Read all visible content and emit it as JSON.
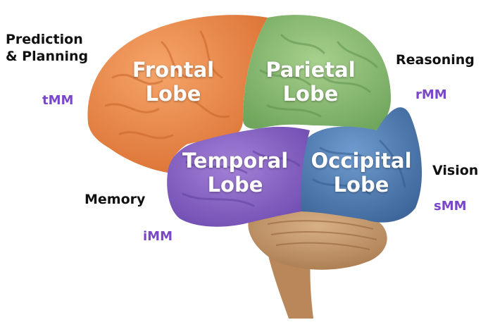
{
  "lobes": {
    "frontal": {
      "line1": "Frontal",
      "line2": "Lobe",
      "color": "#ee8a48"
    },
    "parietal": {
      "line1": "Parietal",
      "line2": "Lobe",
      "color": "#8fbe76"
    },
    "temporal": {
      "line1": "Temporal",
      "line2": "Lobe",
      "color": "#8e69c9"
    },
    "occipital": {
      "line1": "Occipital",
      "line2": "Lobe",
      "color": "#4f7db5"
    },
    "cerebellum": {
      "color": "#c79a6c"
    }
  },
  "functions": {
    "prediction_planning": {
      "line1": "Prediction",
      "line2": "& Planning",
      "tag": "tMM"
    },
    "reasoning": {
      "line1": "Reasoning",
      "tag": "rMM"
    },
    "vision": {
      "line1": "Vision",
      "tag": "sMM"
    },
    "memory": {
      "line1": "Memory",
      "tag": "iMM"
    }
  },
  "colors": {
    "tag_purple": "#7a47c9",
    "label_text": "#111111",
    "lobe_text": "#ffffff"
  }
}
